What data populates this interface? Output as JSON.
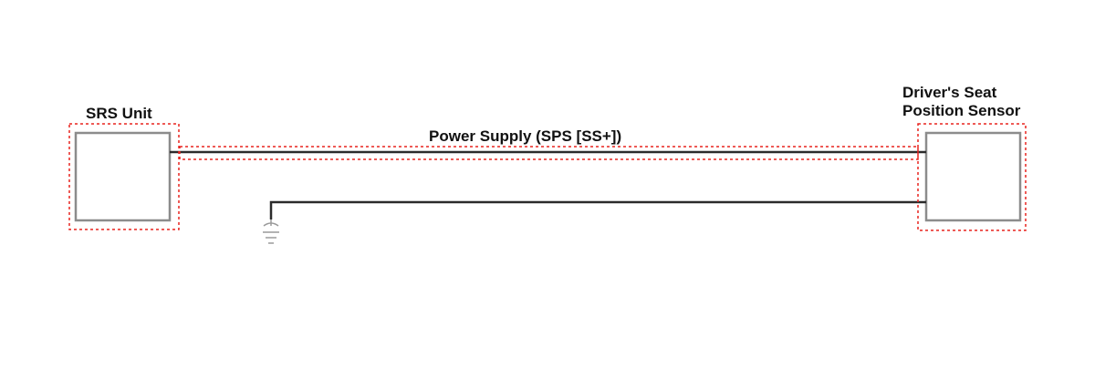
{
  "diagram": {
    "srs_unit_label": "SRS Unit",
    "sensor_label_line1": "Driver's Seat",
    "sensor_label_line2": "Position Sensor",
    "wire_label": "Power Supply (SPS [SS+])"
  },
  "colors": {
    "wire": "#2b2b2b",
    "box_border": "#8c8c8c",
    "highlight": "#e8231f",
    "ground": "#9a9a9a",
    "text": "#111111"
  },
  "icons": {
    "ground": "ground-symbol-icon"
  }
}
